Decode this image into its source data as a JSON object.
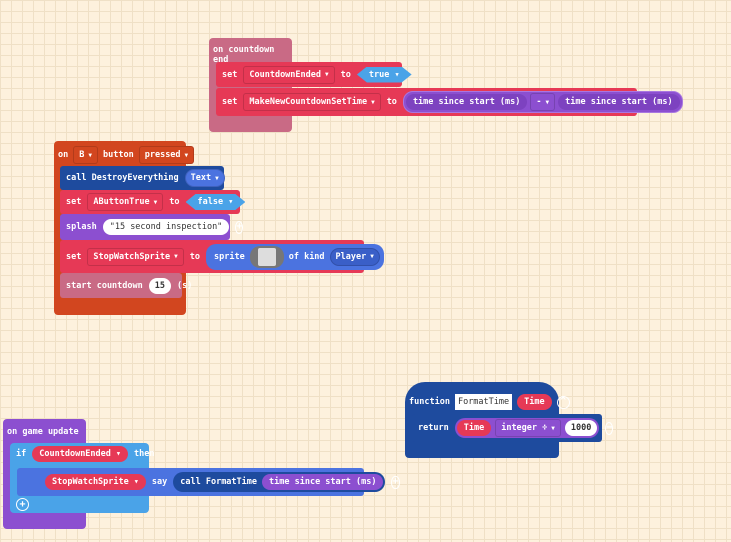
{
  "countdown_end": {
    "title": "on countdown end",
    "row1": {
      "set": "set",
      "var": "CountdownEnded",
      "to": "to",
      "value": "true"
    },
    "row2": {
      "set": "set",
      "var": "MakeNewCountdownSetTime",
      "to": "to",
      "left": "time since start (ms)",
      "op": "-",
      "right": "time since start (ms)"
    }
  },
  "button_pressed": {
    "on": "on",
    "button": "B",
    "button_label": "button",
    "event": "pressed",
    "call": {
      "label": "call DestroyEverything",
      "arg": "Text"
    },
    "set1": {
      "set": "set",
      "var": "AButtonTrue",
      "to": "to",
      "value": "false"
    },
    "splash": {
      "label": "splash",
      "text": "\"15 second inspection\""
    },
    "set2": {
      "set": "set",
      "var": "StopWatchSprite",
      "to": "to",
      "sprite": "sprite",
      "of_kind": "of kind",
      "kind": "Player"
    },
    "countdown": {
      "label": "start countdown",
      "value": "15",
      "unit": "(s)"
    }
  },
  "game_update": {
    "title": "on game update",
    "if": "if",
    "cond": "CountdownEnded",
    "then": "then",
    "say": {
      "sprite": "StopWatchSprite",
      "say": "say",
      "call": "call FormatTime",
      "arg": "time since start (ms)"
    }
  },
  "function": {
    "label": "function",
    "name": "FormatTime",
    "param": "Time",
    "return": "return",
    "var": "Time",
    "op": "integer ÷",
    "value": "1000"
  }
}
